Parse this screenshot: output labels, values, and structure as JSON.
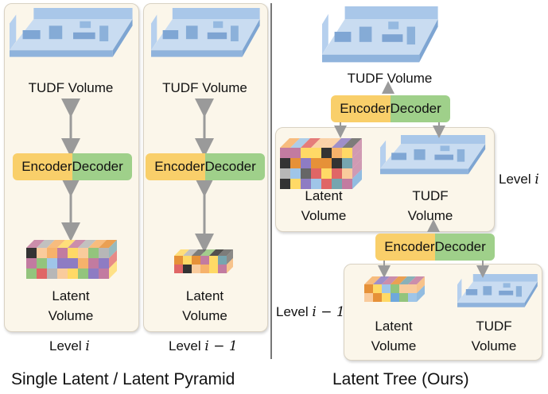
{
  "panels": {
    "single": {
      "top_label": "TUDF Volume",
      "encoder_label": "Encoder",
      "decoder_label": "Decoder",
      "bottom_label_line1": "Latent",
      "bottom_label_line2": "Volume",
      "level_word": "Level",
      "level_math": "i"
    },
    "pyramid": {
      "top_label": "TUDF Volume",
      "encoder_label": "Encoder",
      "decoder_label": "Decoder",
      "bottom_label_line1": "Latent",
      "bottom_label_line2": "Volume",
      "level_word": "Level",
      "level_math": "i − 1"
    },
    "tree": {
      "top_label": "TUDF Volume",
      "encoder_label": "Encoder",
      "decoder_label": "Decoder",
      "level_i": {
        "latent_line1": "Latent",
        "latent_line2": "Volume",
        "tudf_line1": "TUDF",
        "tudf_line2": "Volume",
        "level_word": "Level",
        "level_math": "i"
      },
      "encoder2_label": "Encoder",
      "decoder2_label": "Decoder",
      "level_i_minus_1": {
        "latent_line1": "Latent",
        "latent_line2": "Volume",
        "tudf_line1": "TUDF",
        "tudf_line2": "Volume",
        "level_word": "Level",
        "level_math": "i − 1"
      }
    }
  },
  "captions": {
    "left": "Single Latent / Latent Pyramid",
    "right": "Latent Tree (Ours)"
  },
  "colors": {
    "encoder": "#f9cf6a",
    "decoder": "#9fd08a",
    "room": "#9fc2e8",
    "panel": "#fbf6ea"
  }
}
